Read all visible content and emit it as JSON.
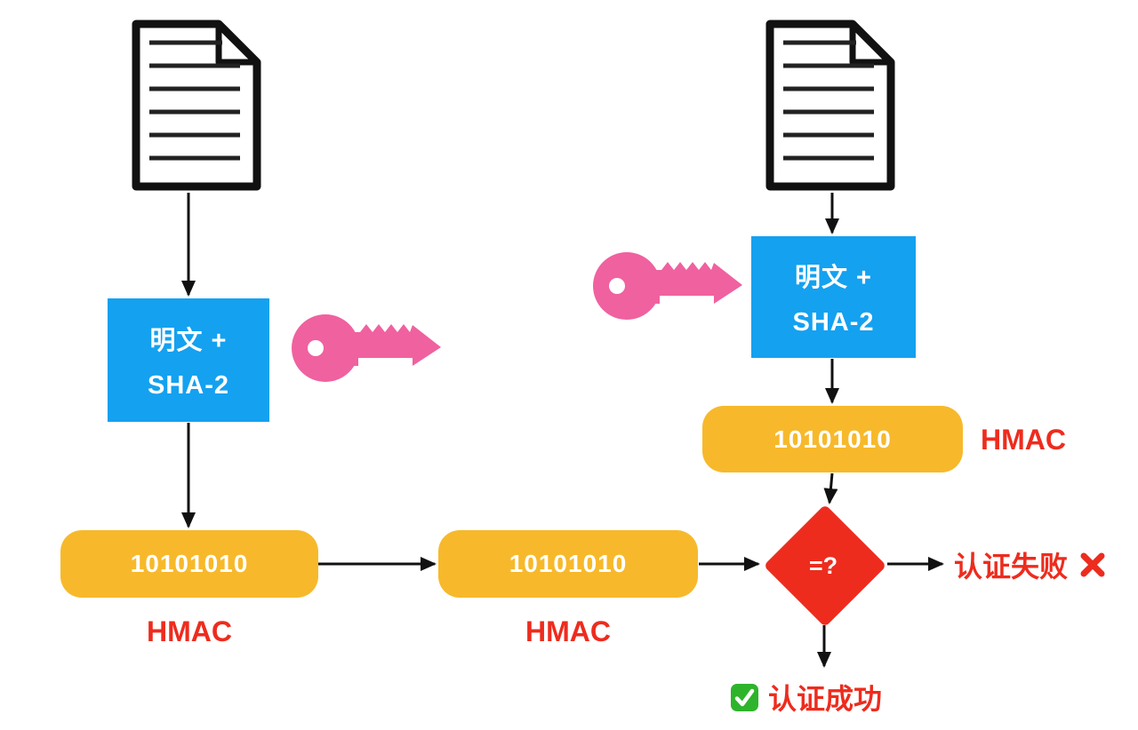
{
  "colors": {
    "hash_box_blue": "#14A1F0",
    "hmac_pill_orange": "#F7B92B",
    "diagram_red": "#ED2C1E",
    "key_pink": "#F0619F",
    "check_green": "#2EB42B",
    "line_black": "#111111"
  },
  "sender": {
    "hash_box": {
      "line1": "明文 +",
      "line2": "SHA-2"
    },
    "hmac_value": "10101010",
    "hmac_label": "HMAC"
  },
  "channel": {
    "hmac_value": "10101010",
    "hmac_label": "HMAC"
  },
  "receiver": {
    "hash_box": {
      "line1": "明文 +",
      "line2": "SHA-2"
    },
    "hmac_value": "10101010",
    "hmac_label": "HMAC"
  },
  "comparison": {
    "operator": "=?",
    "fail_label": "认证失败",
    "success_label": "认证成功"
  },
  "icons": {
    "document": "document-icon",
    "key": "key-icon",
    "cross": "cross-mark-icon",
    "check": "check-mark-icon"
  }
}
